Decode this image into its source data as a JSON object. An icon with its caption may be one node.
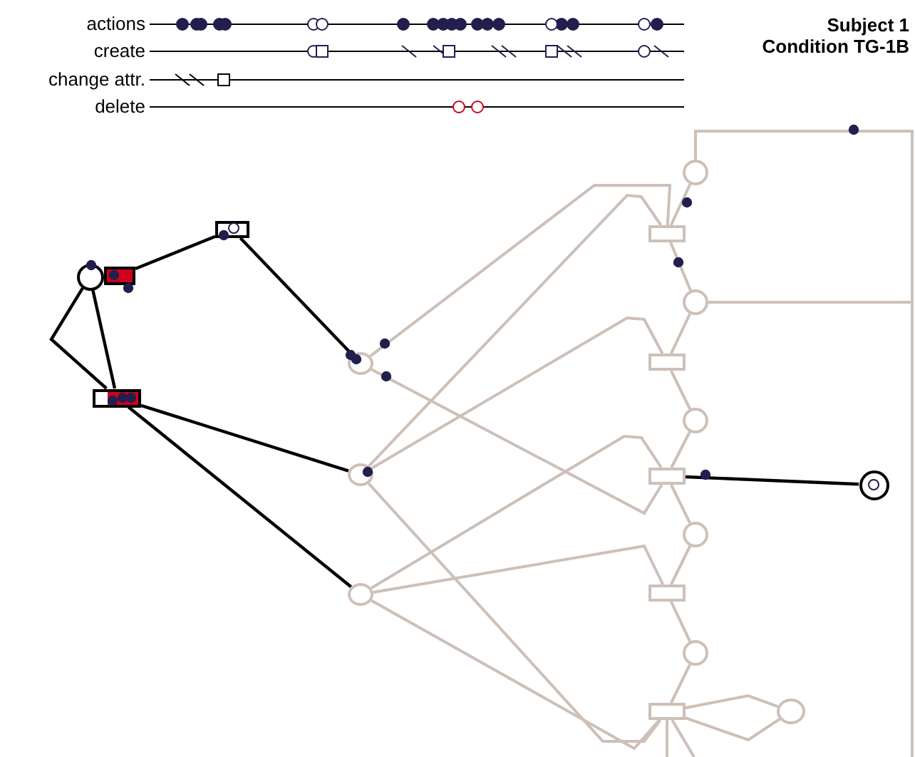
{
  "diagram": {
    "title": "Subject 1 Condition TG-1B",
    "nodes": [
      {
        "text": [],
        "shape": "circle"
      },
      {
        "text": [],
        "shape": "box"
      },
      {
        "text": [],
        "shape": "box"
      },
      {
        "text": [],
        "shape": "box"
      },
      {
        "text": [],
        "shape": "circle"
      },
      {
        "text": [],
        "shape": "circle"
      },
      {
        "text": [],
        "shape": "circle"
      },
      {
        "text": [],
        "shape": "circle"
      },
      {
        "text": [],
        "shape": "box"
      },
      {
        "text": [],
        "shape": "circle"
      },
      {
        "text": [],
        "shape": "box"
      },
      {
        "text": [],
        "shape": "circle"
      },
      {
        "text": [],
        "shape": "box"
      },
      {
        "text": [],
        "shape": "circle"
      },
      {
        "text": [],
        "shape": "box"
      },
      {
        "text": [],
        "shape": "circle"
      },
      {
        "text": [],
        "shape": "box"
      },
      {
        "text": [],
        "shape": "circle"
      },
      {
        "text": [],
        "shape": "circle"
      }
    ],
    "edges": [
      {
        "from": 1,
        "to": 2,
        "arrow": "none",
        "color": "#000000"
      },
      {
        "from": 2,
        "to": 4,
        "arrow": "none",
        "color": "#000000"
      },
      {
        "from": 0,
        "to": 3,
        "arrow": "none",
        "color": "#000000"
      },
      {
        "from": 0,
        "to": 3,
        "arrow": "none",
        "color": "#000000"
      },
      {
        "from": 3,
        "to": 5,
        "arrow": "none",
        "color": "#000000"
      },
      {
        "from": 3,
        "to": 6,
        "arrow": "none",
        "color": "#000000"
      },
      {
        "from": 12,
        "to": 18,
        "arrow": "none",
        "color": "#000000"
      },
      {
        "from": 7,
        "to": 8,
        "arrow": "none"
      },
      {
        "from": 8,
        "to": 9,
        "arrow": "none"
      },
      {
        "from": 9,
        "to": 10,
        "arrow": "none"
      },
      {
        "from": 10,
        "to": 11,
        "arrow": "none"
      },
      {
        "from": 11,
        "to": 12,
        "arrow": "none"
      },
      {
        "from": 12,
        "to": 13,
        "arrow": "none"
      },
      {
        "from": 13,
        "to": 14,
        "arrow": "none"
      },
      {
        "from": 14,
        "to": 15,
        "arrow": "none"
      },
      {
        "from": 15,
        "to": 16,
        "arrow": "none"
      },
      {
        "from": 16,
        "to": 17,
        "arrow": "none"
      },
      {
        "from": 17,
        "to": 16,
        "arrow": "none"
      },
      {
        "from": 4,
        "to": 8,
        "arrow": "none"
      },
      {
        "from": 5,
        "to": 8,
        "arrow": "none"
      },
      {
        "from": 5,
        "to": 10,
        "arrow": "none"
      },
      {
        "from": 4,
        "to": 12,
        "arrow": "none"
      },
      {
        "from": 6,
        "to": 12,
        "arrow": "none"
      },
      {
        "from": 6,
        "to": 14,
        "arrow": "none"
      },
      {
        "from": 5,
        "to": 16,
        "arrow": "none"
      },
      {
        "from": 6,
        "to": 16,
        "arrow": "none"
      },
      {
        "from": 7,
        "to": null,
        "arrow": "none"
      },
      {
        "from": 9,
        "to": null,
        "arrow": "none"
      },
      {
        "from": 16,
        "to": null,
        "arrow": "none"
      },
      {
        "from": 16,
        "to": null,
        "arrow": "none"
      }
    ],
    "labels": [
      "actions",
      "create",
      "change attr.",
      "delete"
    ]
  }
}
